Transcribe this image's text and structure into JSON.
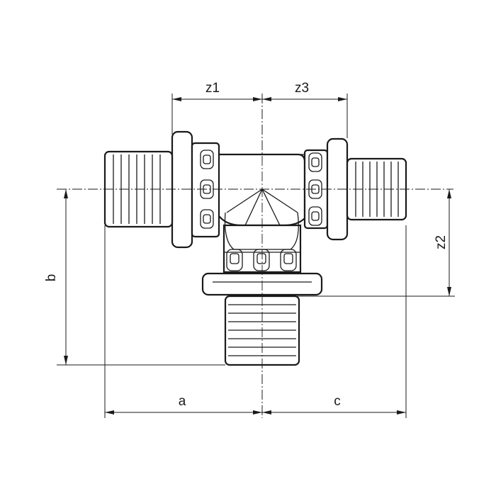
{
  "diagram": {
    "subject": "tee-fitting-technical-drawing",
    "dimensions": {
      "z1": "z1",
      "z3": "z3",
      "z2": "z2",
      "a": "a",
      "b": "b",
      "c": "c"
    }
  }
}
